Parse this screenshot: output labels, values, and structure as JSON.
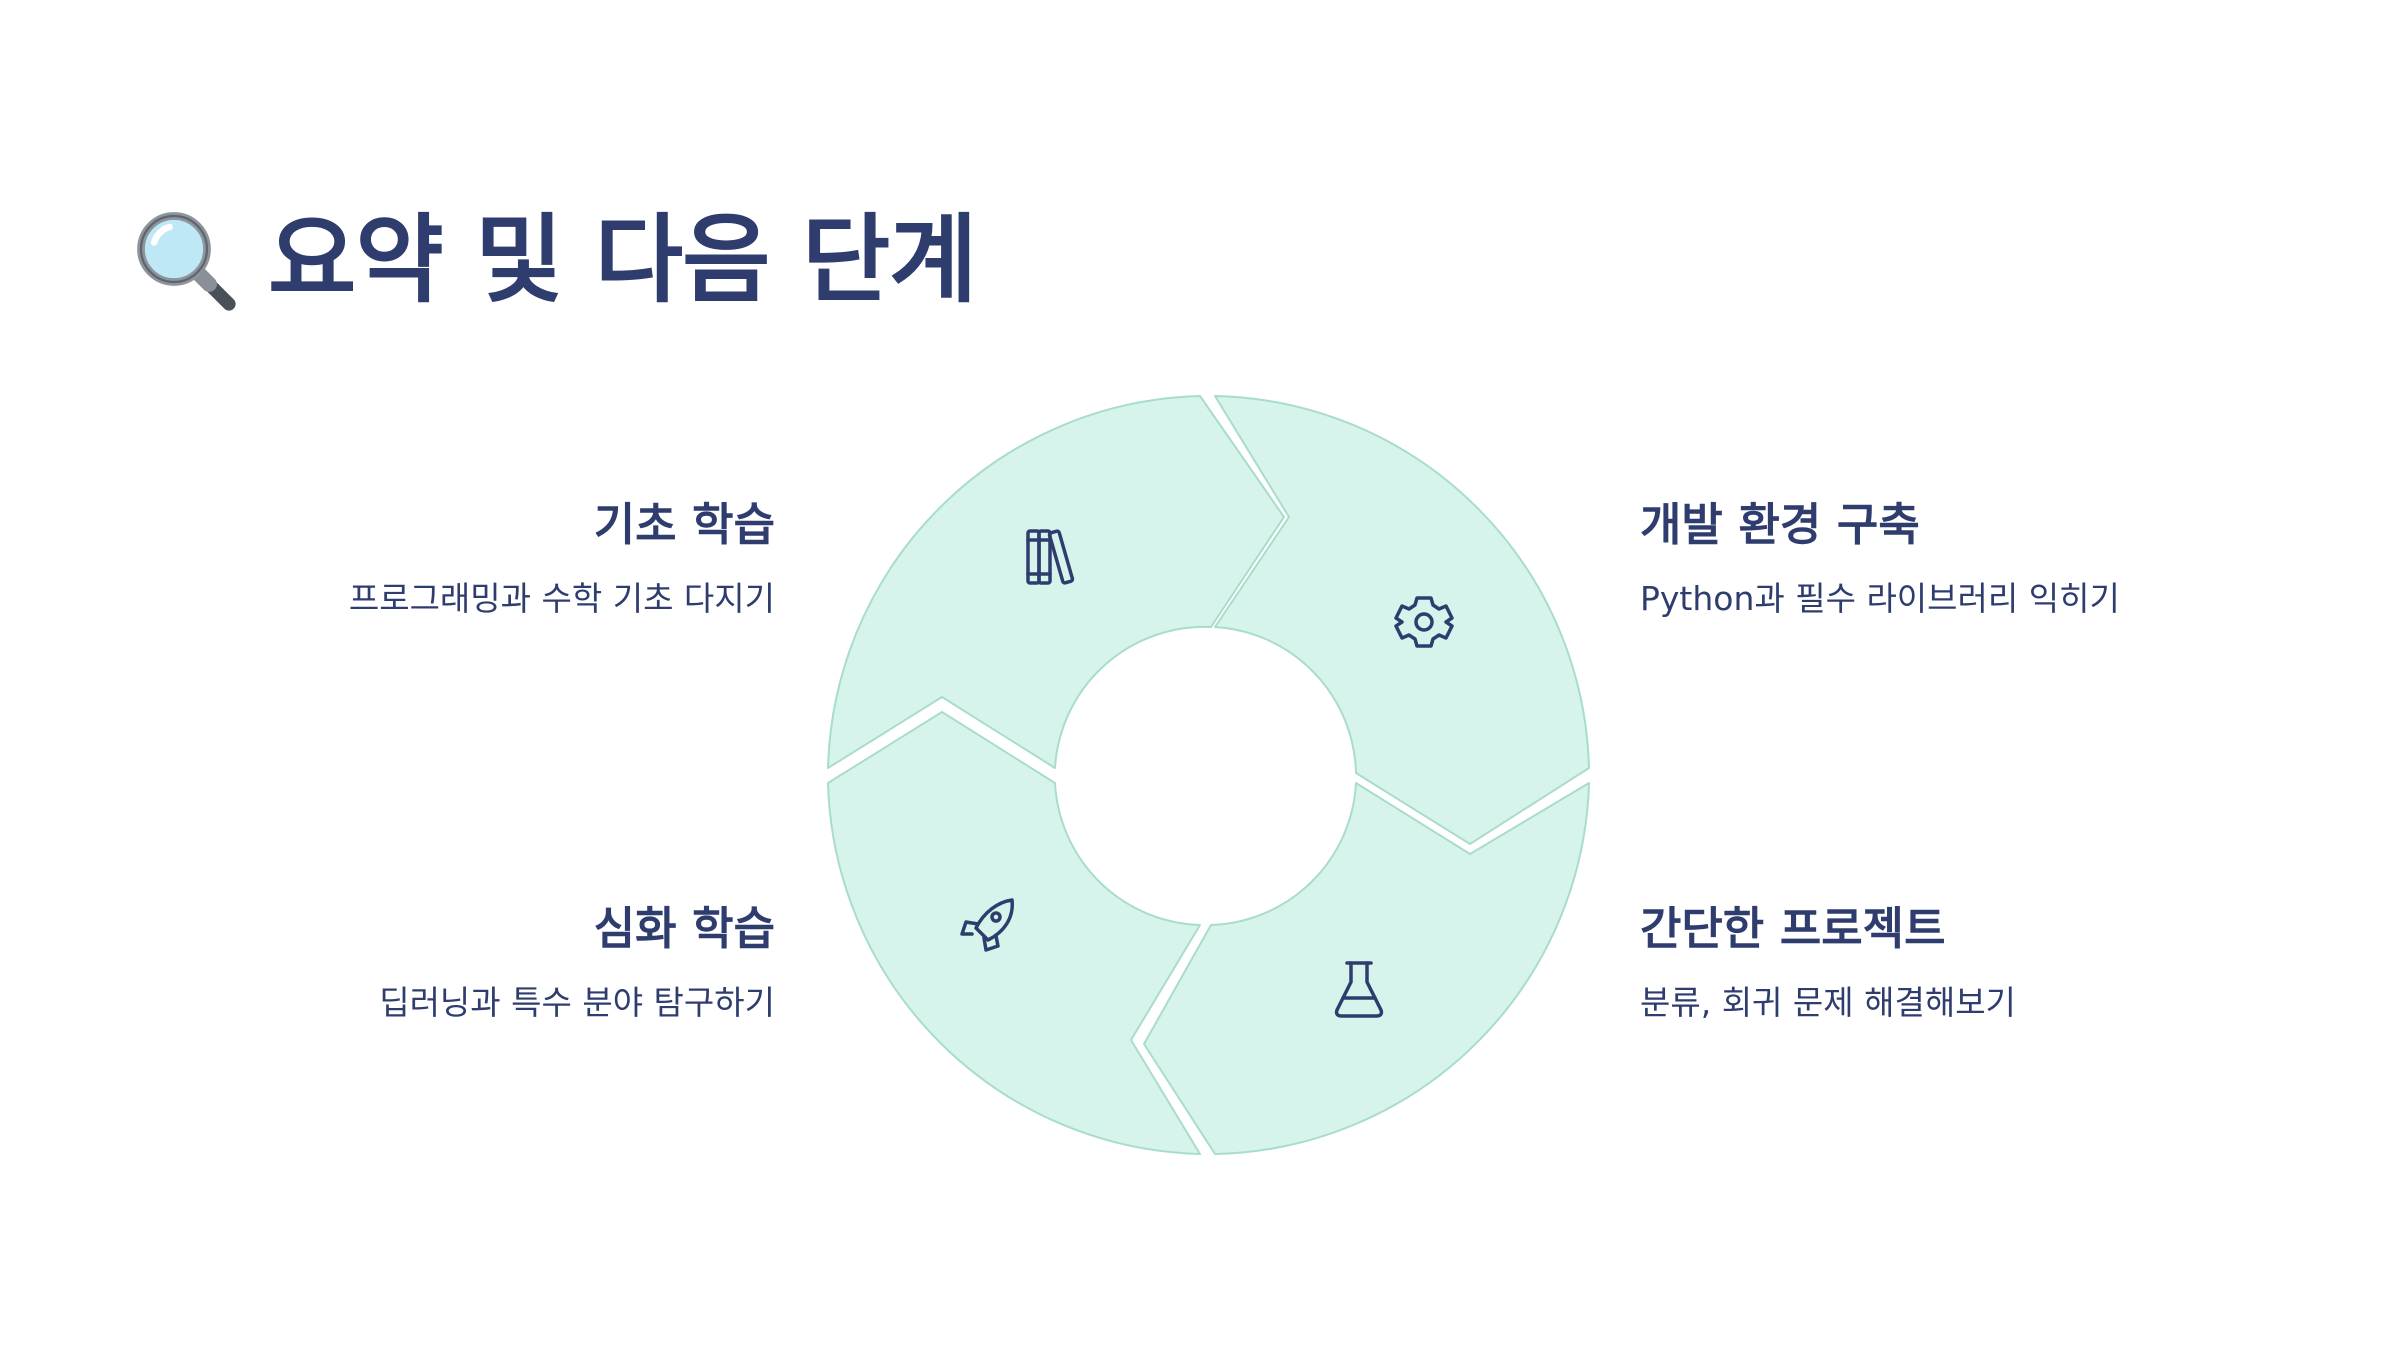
{
  "title": {
    "icon": "magnifying-glass-icon",
    "text": "요약 및 다음 단계"
  },
  "colors": {
    "heading": "#2f3d6e",
    "segment_fill": "#d6f4ec",
    "segment_stroke": "#a9dccb"
  },
  "steps": [
    {
      "icon": "books-icon",
      "title": "기초 학습",
      "description": "프로그래밍과 수학 기초 다지기"
    },
    {
      "icon": "gear-icon",
      "title": "개발 환경 구축",
      "description": "Python과 필수 라이브러리 익히기"
    },
    {
      "icon": "flask-icon",
      "title": "간단한 프로젝트",
      "description": "분류, 회귀 문제 해결해보기"
    },
    {
      "icon": "rocket-icon",
      "title": "심화 학습",
      "description": "딥러닝과 특수 분야 탐구하기"
    }
  ]
}
